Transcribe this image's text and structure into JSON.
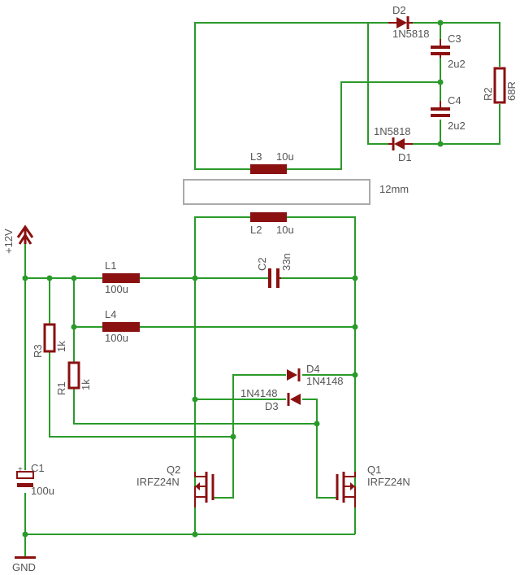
{
  "components": {
    "D2": {
      "name": "D2",
      "value": "1N5818"
    },
    "D1": {
      "name": "D1",
      "value": "1N5818"
    },
    "C3": {
      "name": "C3",
      "value": "2u2"
    },
    "C4": {
      "name": "C4",
      "value": "2u2"
    },
    "R2": {
      "name": "R2",
      "value": "68R"
    },
    "L3": {
      "name": "L3",
      "value": "10u"
    },
    "L2": {
      "name": "L2",
      "value": "10u"
    },
    "L1": {
      "name": "L1",
      "value": "100u"
    },
    "L4": {
      "name": "L4",
      "value": "100u"
    },
    "C2": {
      "name": "C2",
      "value": "33n"
    },
    "R3": {
      "name": "R3",
      "value": "1k"
    },
    "R1": {
      "name": "R1",
      "value": "1k"
    },
    "D4": {
      "name": "D4",
      "value": "1N4148"
    },
    "D3": {
      "name": "D3",
      "value": "1N4148"
    },
    "Q2": {
      "name": "Q2",
      "value": "IRFZ24N"
    },
    "Q1": {
      "name": "Q1",
      "value": "IRFZ24N"
    },
    "C1": {
      "name": "C1",
      "value": "100u",
      "polarity": "+"
    }
  },
  "gap_label": "12mm",
  "supply_label": "+12V",
  "ground_label": "GND",
  "colors": {
    "wire": "#2a9a2a",
    "part": "#8b1010",
    "text": "#555555",
    "gap_box": "#aaaaaa"
  }
}
